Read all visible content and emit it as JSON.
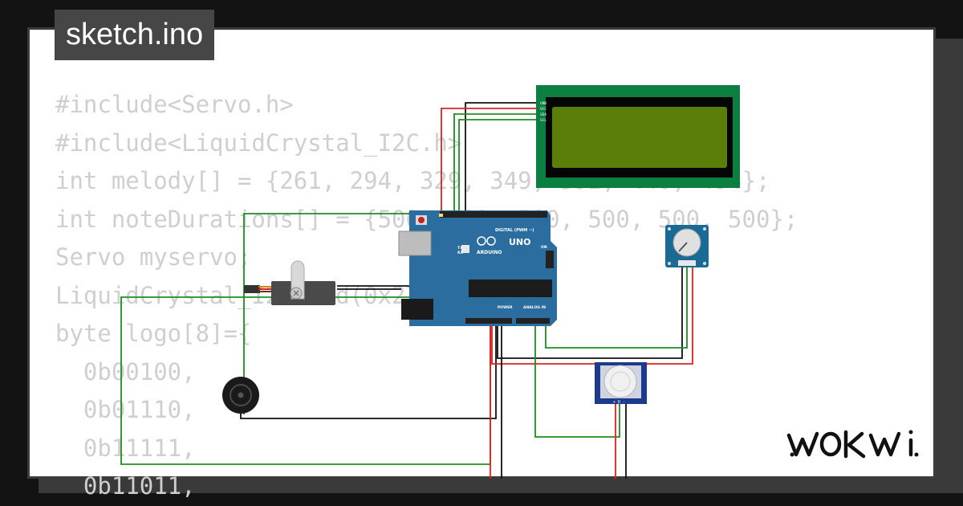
{
  "header": {
    "title": "sketch.ino"
  },
  "code_lines": [
    "#include<Servo.h>",
    "#include<LiquidCrystal_I2C.h>",
    "int melody[] = {261, 294, 329, 349, 392, 440, 494};",
    "int noteDurations[] = {500, 500, 500, 500, 500, 500};",
    "Servo myservo;",
    "LiquidCrystal_I2C lcd(0x27, 16, 2);",
    "byte logo[8]={",
    "  0b00100,",
    "  0b01110,",
    "  0b11111,",
    "  0b11011,"
  ],
  "components": {
    "arduino": {
      "brand": "ARDUINO",
      "model": "UNO",
      "digital_label": "DIGITAL (PWM ~)",
      "power_label": "POWER",
      "analog_label": "ANALOG IN",
      "on_label": "ON",
      "tx_label": "TX",
      "rx_label": "RX"
    },
    "lcd": {
      "pins": [
        "GND",
        "VCC",
        "SDA",
        "SCL"
      ]
    },
    "pir": {
      "pins": "+ D -"
    }
  },
  "brand": {
    "logo": "WOKWi"
  },
  "colors": {
    "background": "#131313",
    "card": "#ffffff",
    "code_text": "#cfcfcf",
    "title_bg": "#464646",
    "arduino_blue": "#2a6d9e",
    "lcd_green": "#0a7f3f",
    "lcd_screen": "#5b7e0b",
    "wire_green": "#1e8e1e",
    "wire_red": "#e02020",
    "wire_black": "#111111"
  }
}
